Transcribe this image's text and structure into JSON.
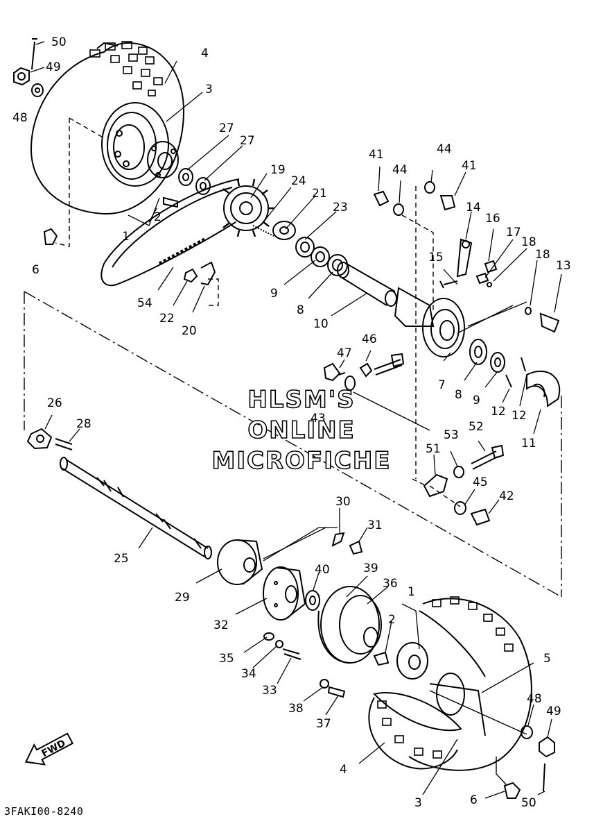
{
  "watermark": {
    "line1": "HLSM'S",
    "line2": "ONLINE",
    "line3": "MICROFICHE"
  },
  "diagram_code": "3FAKI00-8240",
  "fwd_label": "FWD",
  "callouts": [
    {
      "id": "50",
      "text": "50"
    },
    {
      "id": "49",
      "text": "49"
    },
    {
      "id": "48",
      "text": "48"
    },
    {
      "id": "4",
      "text": "4"
    },
    {
      "id": "3",
      "text": "3"
    },
    {
      "id": "27a",
      "text": "27"
    },
    {
      "id": "27b",
      "text": "27"
    },
    {
      "id": "2",
      "text": "2"
    },
    {
      "id": "1",
      "text": "1"
    },
    {
      "id": "6",
      "text": "6"
    },
    {
      "id": "19",
      "text": "19"
    },
    {
      "id": "24",
      "text": "24"
    },
    {
      "id": "21",
      "text": "21"
    },
    {
      "id": "23",
      "text": "23"
    },
    {
      "id": "41a",
      "text": "41"
    },
    {
      "id": "44a",
      "text": "44"
    },
    {
      "id": "44b",
      "text": "44"
    },
    {
      "id": "41b",
      "text": "41"
    },
    {
      "id": "14",
      "text": "14"
    },
    {
      "id": "16",
      "text": "16"
    },
    {
      "id": "17",
      "text": "17"
    },
    {
      "id": "18a",
      "text": "18"
    },
    {
      "id": "18b",
      "text": "18"
    },
    {
      "id": "15",
      "text": "15"
    },
    {
      "id": "13",
      "text": "13"
    },
    {
      "id": "54",
      "text": "54"
    },
    {
      "id": "22",
      "text": "22"
    },
    {
      "id": "20",
      "text": "20"
    },
    {
      "id": "9a",
      "text": "9"
    },
    {
      "id": "8a",
      "text": "8"
    },
    {
      "id": "10",
      "text": "10"
    },
    {
      "id": "47",
      "text": "47"
    },
    {
      "id": "46",
      "text": "46"
    },
    {
      "id": "7",
      "text": "7"
    },
    {
      "id": "8b",
      "text": "8"
    },
    {
      "id": "9b",
      "text": "9"
    },
    {
      "id": "12a",
      "text": "12"
    },
    {
      "id": "12b",
      "text": "12"
    },
    {
      "id": "11",
      "text": "11"
    },
    {
      "id": "43",
      "text": "43"
    },
    {
      "id": "26",
      "text": "26"
    },
    {
      "id": "28",
      "text": "28"
    },
    {
      "id": "53",
      "text": "53"
    },
    {
      "id": "52",
      "text": "52"
    },
    {
      "id": "51",
      "text": "51"
    },
    {
      "id": "45",
      "text": "45"
    },
    {
      "id": "42",
      "text": "42"
    },
    {
      "id": "25",
      "text": "25"
    },
    {
      "id": "30",
      "text": "30"
    },
    {
      "id": "31",
      "text": "31"
    },
    {
      "id": "40",
      "text": "40"
    },
    {
      "id": "39",
      "text": "39"
    },
    {
      "id": "36",
      "text": "36"
    },
    {
      "id": "1b",
      "text": "1"
    },
    {
      "id": "2b",
      "text": "2"
    },
    {
      "id": "29",
      "text": "29"
    },
    {
      "id": "32",
      "text": "32"
    },
    {
      "id": "35",
      "text": "35"
    },
    {
      "id": "34",
      "text": "34"
    },
    {
      "id": "33",
      "text": "33"
    },
    {
      "id": "5",
      "text": "5"
    },
    {
      "id": "48b",
      "text": "48"
    },
    {
      "id": "49b",
      "text": "49"
    },
    {
      "id": "38",
      "text": "38"
    },
    {
      "id": "37",
      "text": "37"
    },
    {
      "id": "4b",
      "text": "4"
    },
    {
      "id": "3b",
      "text": "3"
    },
    {
      "id": "6b",
      "text": "6"
    },
    {
      "id": "50b",
      "text": "50"
    }
  ]
}
